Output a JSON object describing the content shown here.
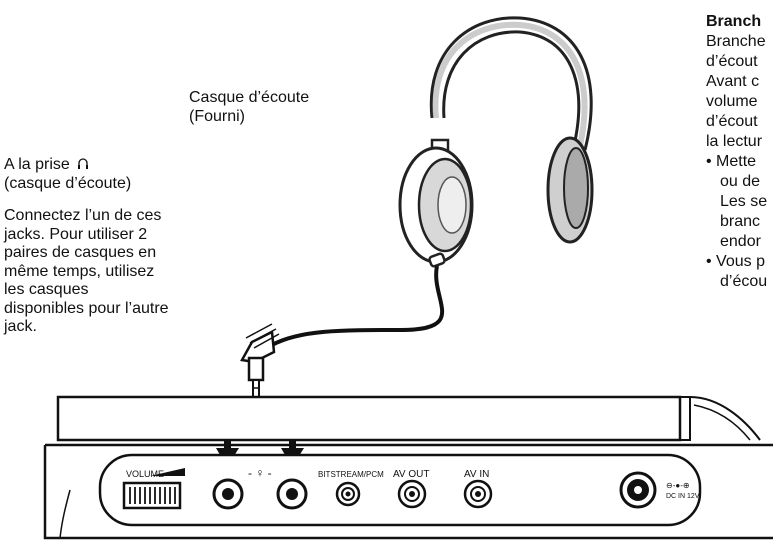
{
  "headphone_caption": {
    "line1": "Casque d’écoute",
    "line2": "(Fourni)"
  },
  "jack_caption": {
    "line1": "A la prise",
    "line2": "(casque d’écoute)",
    "icon": "headphone-icon"
  },
  "jack_description": [
    "Connectez l’un de ces",
    "jacks. Pour utiliser 2",
    "paires de casques en",
    "même temps, utilisez",
    "les casques",
    "disponibles pour l’autre",
    "jack."
  ],
  "right_column": {
    "heading": "Branch",
    "lines": [
      "Branche",
      "d’écout",
      "Avant c",
      "volume",
      "d’écout",
      "la lectur"
    ],
    "bullets": [
      {
        "bullet": "• Mette",
        "continuation": [
          "ou de",
          "Les se",
          "branc",
          "endor"
        ]
      },
      {
        "bullet": "• Vous p",
        "continuation": [
          "d’écou"
        ]
      }
    ]
  },
  "device_panel": {
    "volume_label": "VOLUME",
    "headphone_symbol": "- ♀ -",
    "bitstream_label": "BITSTREAM/PCM",
    "av_out_label": "AV OUT",
    "av_in_label": "AV IN",
    "dc_in_label": "DC IN 12V",
    "dc_polarity_symbol": "⊖-●-⊕"
  }
}
